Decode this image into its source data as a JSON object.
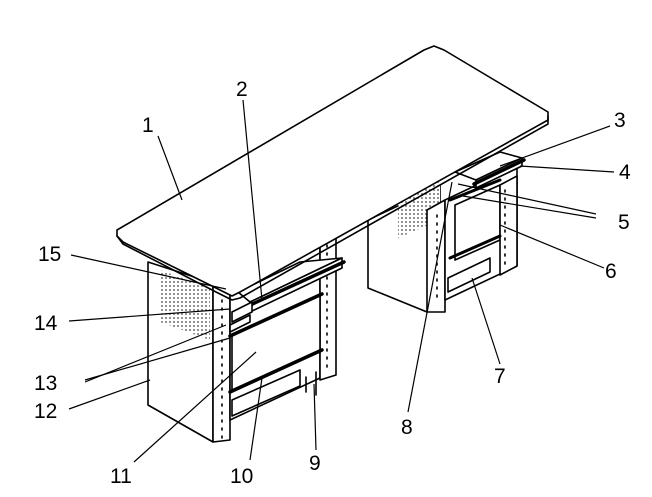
{
  "figure": {
    "line_color": "#000000",
    "background": "#ffffff",
    "callouts": [
      {
        "id": "c1",
        "label": "1"
      },
      {
        "id": "c2",
        "label": "2"
      },
      {
        "id": "c3",
        "label": "3"
      },
      {
        "id": "c4",
        "label": "4"
      },
      {
        "id": "c5",
        "label": "5"
      },
      {
        "id": "c6",
        "label": "6"
      },
      {
        "id": "c7",
        "label": "7"
      },
      {
        "id": "c8",
        "label": "8"
      },
      {
        "id": "c9",
        "label": "9"
      },
      {
        "id": "c10",
        "label": "10"
      },
      {
        "id": "c11",
        "label": "11"
      },
      {
        "id": "c12",
        "label": "12"
      },
      {
        "id": "c13",
        "label": "13"
      },
      {
        "id": "c14",
        "label": "14"
      },
      {
        "id": "c15",
        "label": "15"
      }
    ]
  }
}
